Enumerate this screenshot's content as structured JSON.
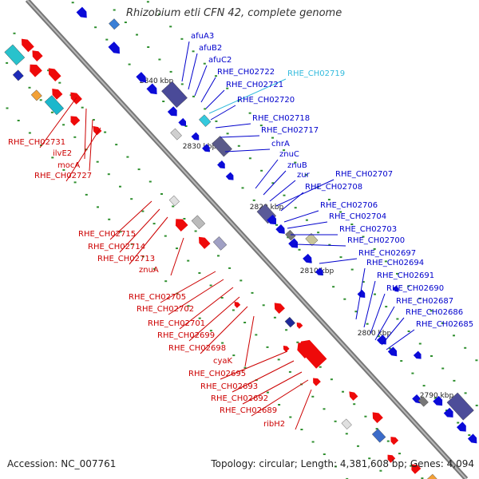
{
  "title": "Rhizobium etli CFN 42, complete genome",
  "accession": "Accession: NC_007761",
  "summary": "Topology: circular; Length: 4,381,608 bp; Genes: 4,094",
  "colors": {
    "backbone": "#8c8c8c",
    "forward_label": "#0000cc",
    "reverse_label": "#cc0000",
    "highlight_label": "#33bbdd",
    "forward_gene": "#0b0bd8",
    "reverse_gene": "#ee0a0a",
    "tick_green": "#2f8f2f"
  },
  "ruler": [
    "2840 kbp",
    "2830 kbp",
    "2820 kbp",
    "2810 kbp",
    "2800 kbp",
    "2790 kbp"
  ],
  "forward_labels": [
    {
      "text": "afuA3"
    },
    {
      "text": "afuB2"
    },
    {
      "text": "afuC2"
    },
    {
      "text": "RHE_CH02722"
    },
    {
      "text": "RHE_CH02719",
      "highlight": true
    },
    {
      "text": "RHE_CH02721"
    },
    {
      "text": "RHE_CH02720"
    },
    {
      "text": "RHE_CH02718"
    },
    {
      "text": "RHE_CH02717"
    },
    {
      "text": "chrA"
    },
    {
      "text": "znuC"
    },
    {
      "text": "znuB"
    },
    {
      "text": "zur"
    },
    {
      "text": "RHE_CH02707"
    },
    {
      "text": "RHE_CH02708"
    },
    {
      "text": "RHE_CH02706"
    },
    {
      "text": "RHE_CH02704"
    },
    {
      "text": "RHE_CH02703"
    },
    {
      "text": "RHE_CH02700"
    },
    {
      "text": "RHE_CH02697"
    },
    {
      "text": "RHE_CH02694"
    },
    {
      "text": "RHE_CH02691"
    },
    {
      "text": "RHE_CH02690"
    },
    {
      "text": "RHE_CH02687"
    },
    {
      "text": "RHE_CH02686"
    },
    {
      "text": "RHE_CH02685"
    }
  ],
  "reverse_labels": [
    {
      "text": "RHE_CH02731"
    },
    {
      "text": "ilvE2"
    },
    {
      "text": "mocA"
    },
    {
      "text": "RHE_CH02727"
    },
    {
      "text": "RHE_CH02715"
    },
    {
      "text": "RHE_CH02714"
    },
    {
      "text": "RHE_CH02713"
    },
    {
      "text": "znuA"
    },
    {
      "text": "RHE_CH02705"
    },
    {
      "text": "RHE_CH02702"
    },
    {
      "text": "RHE_CH02701"
    },
    {
      "text": "RHE_CH02699"
    },
    {
      "text": "RHE_CH02698"
    },
    {
      "text": "cyaK"
    },
    {
      "text": "RHE_CH02695"
    },
    {
      "text": "RHE_CH02693"
    },
    {
      "text": "RHE_CH02692"
    },
    {
      "text": "RHE_CH02689"
    },
    {
      "text": "ribH2"
    }
  ]
}
